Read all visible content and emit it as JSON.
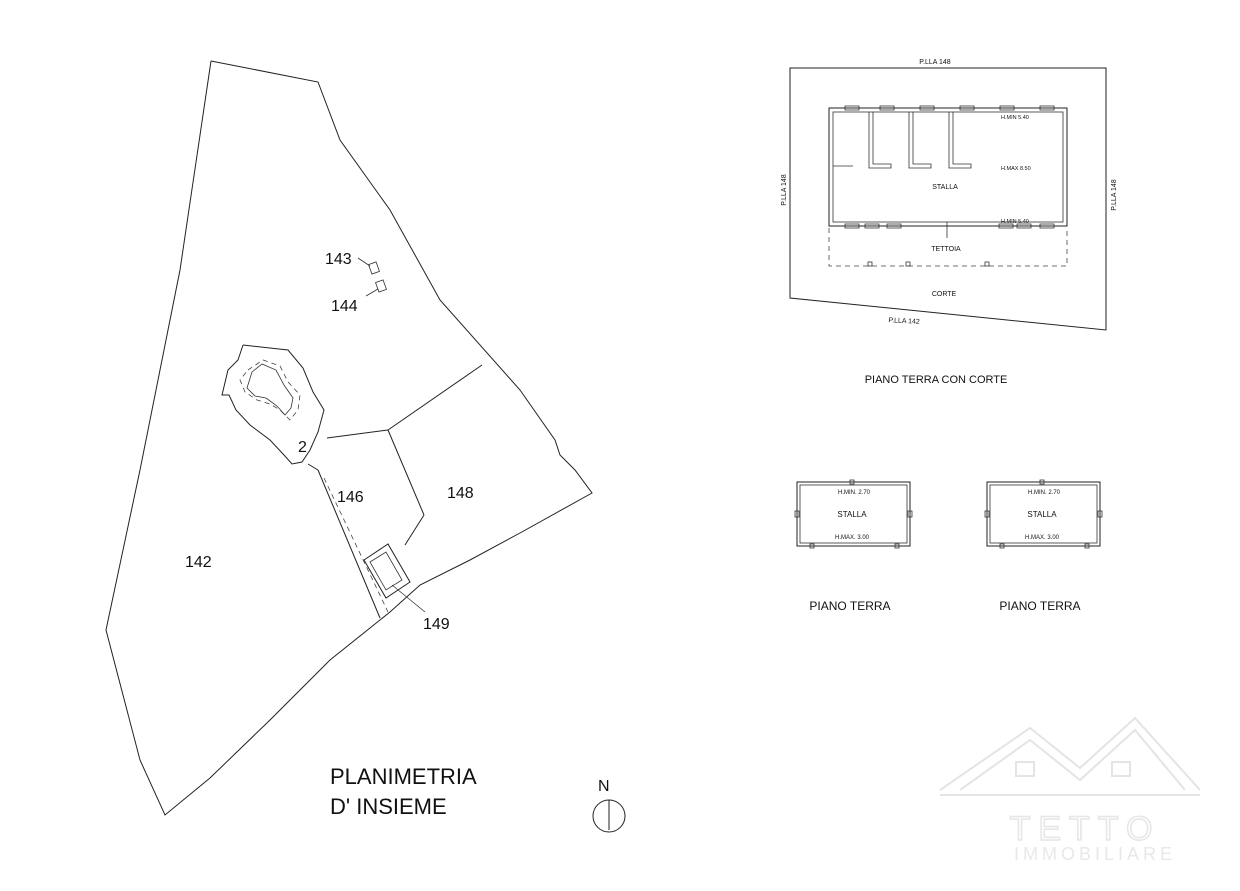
{
  "site_plan": {
    "title_line1": "PLANIMETRIA",
    "title_line2": "D' INSIEME",
    "parcels": {
      "p142": "142",
      "p143": "143",
      "p144": "144",
      "p2": "2",
      "p146": "146",
      "p148": "148",
      "p149": "149"
    },
    "north_label": "N"
  },
  "main_plan": {
    "border_top": "P.LLA 148",
    "border_left": "P.LLA 148",
    "border_right": "P.LLA 148",
    "border_bottom": "P.LLA 142",
    "h_min_top": "H.MIN 5.40",
    "h_max": "H.MAX 8.50",
    "h_min_bottom": "H.MIN 5.40",
    "room": "STALLA",
    "canopy": "TETTOIA",
    "courtyard": "CORTE",
    "caption": "PIANO TERRA CON CORTE"
  },
  "small_plans": [
    {
      "h_min": "H.MIN. 2.70",
      "room": "STALLA",
      "h_max": "H.MAX. 3.00",
      "caption": "PIANO TERRA"
    },
    {
      "h_min": "H.MIN. 2.70",
      "room": "STALLA",
      "h_max": "H.MAX. 3.00",
      "caption": "PIANO TERRA"
    }
  ],
  "watermark": {
    "brand": "TETTO",
    "sub": "IMMOBILIARE"
  }
}
